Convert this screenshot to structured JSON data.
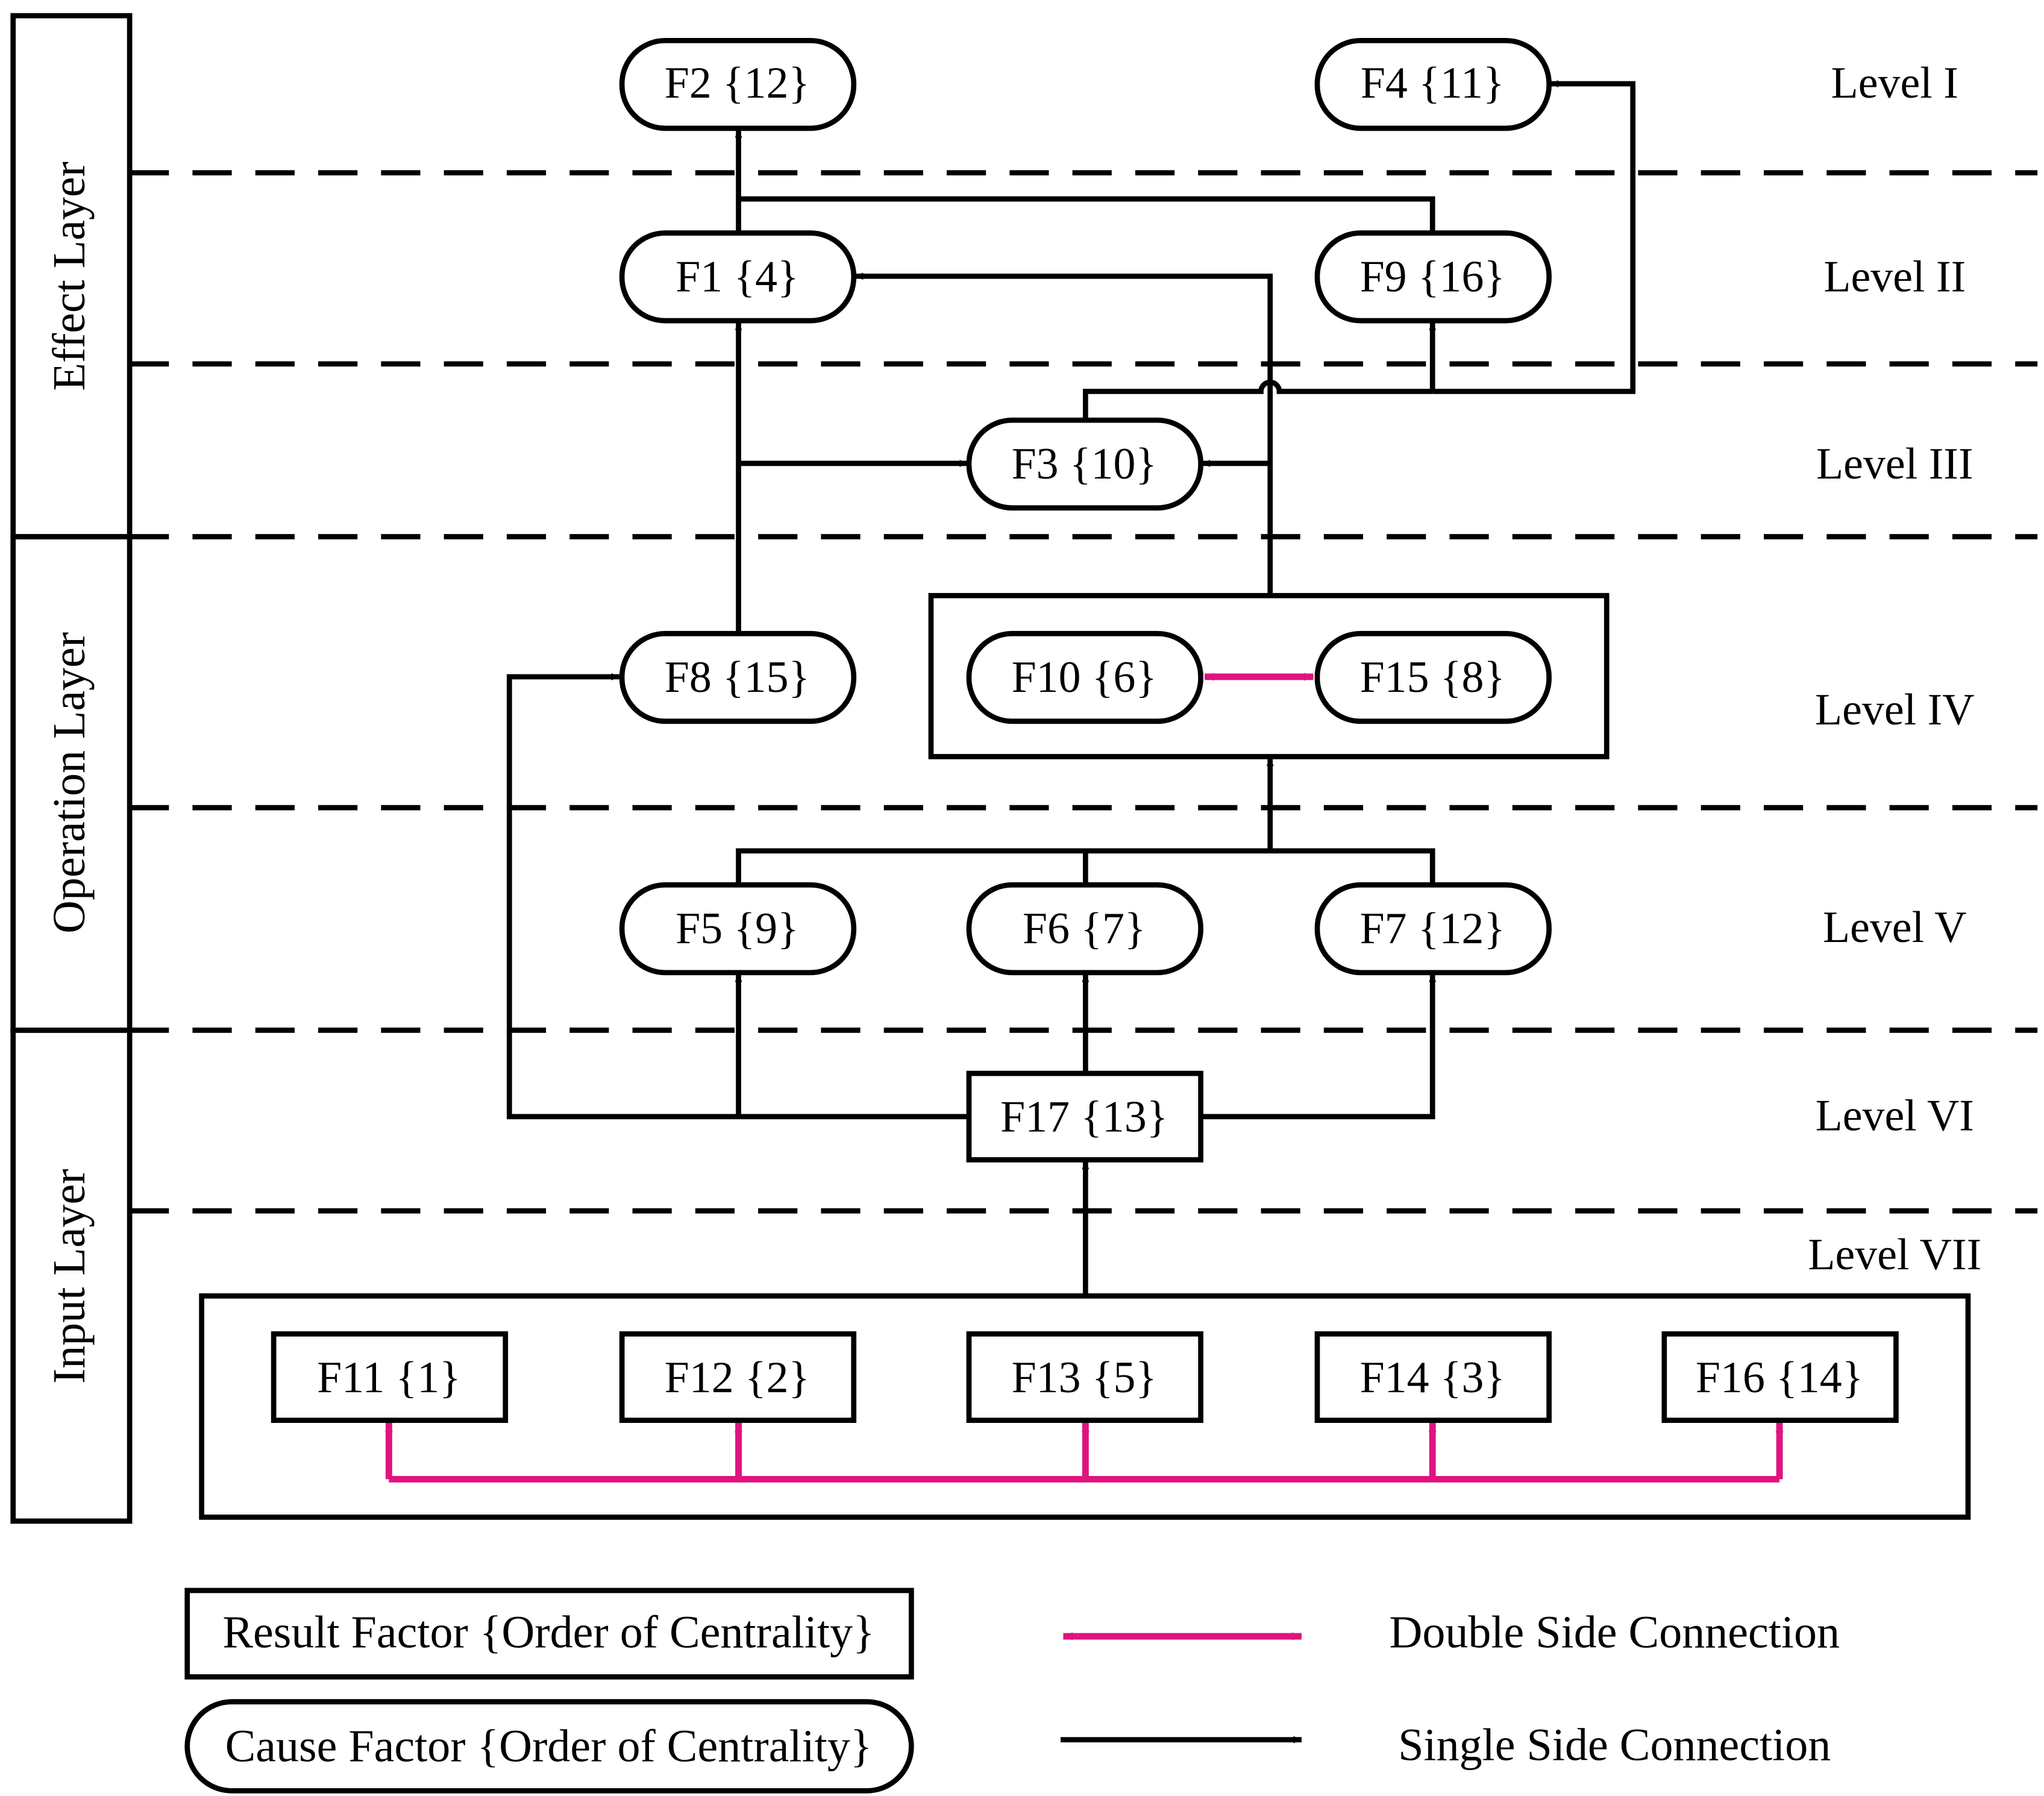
{
  "layers": [
    {
      "id": "effect",
      "label": "Effect Layer"
    },
    {
      "id": "operation",
      "label": "Operation Layer"
    },
    {
      "id": "input",
      "label": "Input Layer"
    }
  ],
  "levels": [
    "Level I",
    "Level II",
    "Level III",
    "Level IV",
    "Level V",
    "Level VI",
    "Level VII"
  ],
  "nodes": {
    "F2": {
      "label": "F2 {12}",
      "type": "cause"
    },
    "F4": {
      "label": "F4 {11}",
      "type": "cause"
    },
    "F1": {
      "label": "F1 {4}",
      "type": "cause"
    },
    "F9": {
      "label": "F9 {16}",
      "type": "cause"
    },
    "F3": {
      "label": "F3 {10}",
      "type": "cause"
    },
    "F8": {
      "label": "F8 {15}",
      "type": "cause"
    },
    "F10": {
      "label": "F10 {6}",
      "type": "cause"
    },
    "F15": {
      "label": "F15 {8}",
      "type": "cause"
    },
    "F5": {
      "label": "F5 {9}",
      "type": "cause"
    },
    "F6": {
      "label": "F6 {7}",
      "type": "cause"
    },
    "F7": {
      "label": "F7 {12}",
      "type": "cause"
    },
    "F17": {
      "label": "F17 {13}",
      "type": "result"
    },
    "F11": {
      "label": "F11 {1}",
      "type": "result"
    },
    "F12": {
      "label": "F12 {2}",
      "type": "result"
    },
    "F13": {
      "label": "F13 {5}",
      "type": "result"
    },
    "F14": {
      "label": "F14 {3}",
      "type": "result"
    },
    "F16": {
      "label": "F16 {14}",
      "type": "result"
    }
  },
  "connections": {
    "single": [
      [
        "F1",
        "F2"
      ],
      [
        "F9",
        "F2"
      ],
      [
        "F3",
        "F9"
      ],
      [
        "F3",
        "F4"
      ],
      [
        "F8",
        "F1"
      ],
      [
        "F8",
        "F3"
      ],
      [
        "F10-F15 group",
        "F1"
      ],
      [
        "F10-F15 group",
        "F3"
      ],
      [
        "F5",
        "F10-F15 group"
      ],
      [
        "F6",
        "F10-F15 group"
      ],
      [
        "F7",
        "F10-F15 group"
      ],
      [
        "F17",
        "F8"
      ],
      [
        "F17",
        "F5"
      ],
      [
        "F17",
        "F6"
      ],
      [
        "F17",
        "F7"
      ],
      [
        "Level VII group",
        "F17"
      ]
    ],
    "double": [
      [
        "F10",
        "F15"
      ],
      [
        "F11",
        "F12",
        "F13",
        "F14",
        "F16"
      ]
    ]
  },
  "legend": {
    "result": "Result Factor {Order of Centrality}",
    "cause": "Cause Factor {Order of Centrality}",
    "double": "Double Side Connection",
    "single": "Single Side Connection"
  },
  "colors": {
    "double_connection": "#E0137F",
    "single_connection": "#000000"
  }
}
